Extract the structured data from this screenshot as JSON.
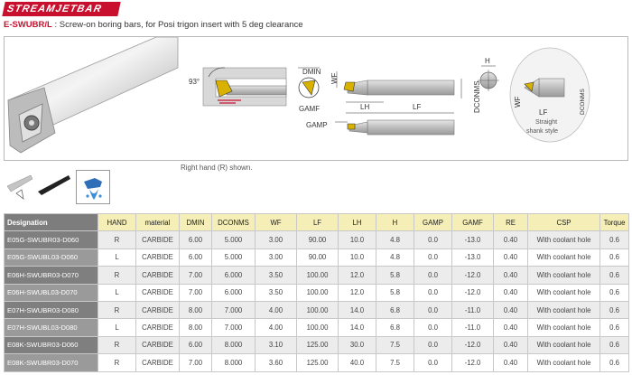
{
  "brand": {
    "name": "STREAMJETBAR"
  },
  "subtitle": {
    "code": "E-SWUBR/L",
    "text": " : Screw-on boring bars, for Posi trigon insert with 5 deg clearance"
  },
  "diagram": {
    "angle": "93°",
    "dmin": "DMIN",
    "wf": "WF",
    "gamf": "GAMF",
    "gamp": "GAMP",
    "lh": "LH",
    "lf": "LF",
    "dconms": "DCONMS",
    "h": "H",
    "wf2": "WF",
    "lf2": "LF",
    "dconms2": "DCONMS",
    "straight": "Straight",
    "shank_style": "shank style",
    "colors": {
      "bar": "#c9c9c9",
      "bar_dark": "#8f8f8f",
      "insert": "#d9b200",
      "accent": "#c8102e",
      "panel_border": "#b9b9b9"
    }
  },
  "caption": "Right hand (R) shown.",
  "icons": {
    "coolant": "coolant-water-icon"
  },
  "table": {
    "headers": [
      "Designation",
      "HAND",
      "material",
      "DMIN",
      "DCONMS",
      "WF",
      "LF",
      "LH",
      "H",
      "GAMP",
      "GAMF",
      "RE",
      "CSP",
      "Torque"
    ],
    "rows": [
      [
        "E05G-SWUBR03-D060",
        "R",
        "CARBIDE",
        "6.00",
        "5.000",
        "3.00",
        "90.00",
        "10.0",
        "4.8",
        "0.0",
        "-13.0",
        "0.40",
        "With coolant hole",
        "0.6"
      ],
      [
        "E05G-SWUBL03-D060",
        "L",
        "CARBIDE",
        "6.00",
        "5.000",
        "3.00",
        "90.00",
        "10.0",
        "4.8",
        "0.0",
        "-13.0",
        "0.40",
        "With coolant hole",
        "0.6"
      ],
      [
        "E06H-SWUBR03-D070",
        "R",
        "CARBIDE",
        "7.00",
        "6.000",
        "3.50",
        "100.00",
        "12.0",
        "5.8",
        "0.0",
        "-12.0",
        "0.40",
        "With coolant hole",
        "0.6"
      ],
      [
        "E06H-SWUBL03-D070",
        "L",
        "CARBIDE",
        "7.00",
        "6.000",
        "3.50",
        "100.00",
        "12.0",
        "5.8",
        "0.0",
        "-12.0",
        "0.40",
        "With coolant hole",
        "0.6"
      ],
      [
        "E07H-SWUBR03-D080",
        "R",
        "CARBIDE",
        "8.00",
        "7.000",
        "4.00",
        "100.00",
        "14.0",
        "6.8",
        "0.0",
        "-11.0",
        "0.40",
        "With coolant hole",
        "0.6"
      ],
      [
        "E07H-SWUBL03-D080",
        "L",
        "CARBIDE",
        "8.00",
        "7.000",
        "4.00",
        "100.00",
        "14.0",
        "6.8",
        "0.0",
        "-11.0",
        "0.40",
        "With coolant hole",
        "0.6"
      ],
      [
        "E08K-SWUBR03-D060",
        "R",
        "CARBIDE",
        "6.00",
        "8.000",
        "3.10",
        "125.00",
        "30.0",
        "7.5",
        "0.0",
        "-12.0",
        "0.40",
        "With coolant hole",
        "0.6"
      ],
      [
        "E08K-SWUBR03-D070",
        "R",
        "CARBIDE",
        "7.00",
        "8.000",
        "3.60",
        "125.00",
        "40.0",
        "7.5",
        "0.0",
        "-12.0",
        "0.40",
        "With coolant hole",
        "0.6"
      ]
    ]
  }
}
